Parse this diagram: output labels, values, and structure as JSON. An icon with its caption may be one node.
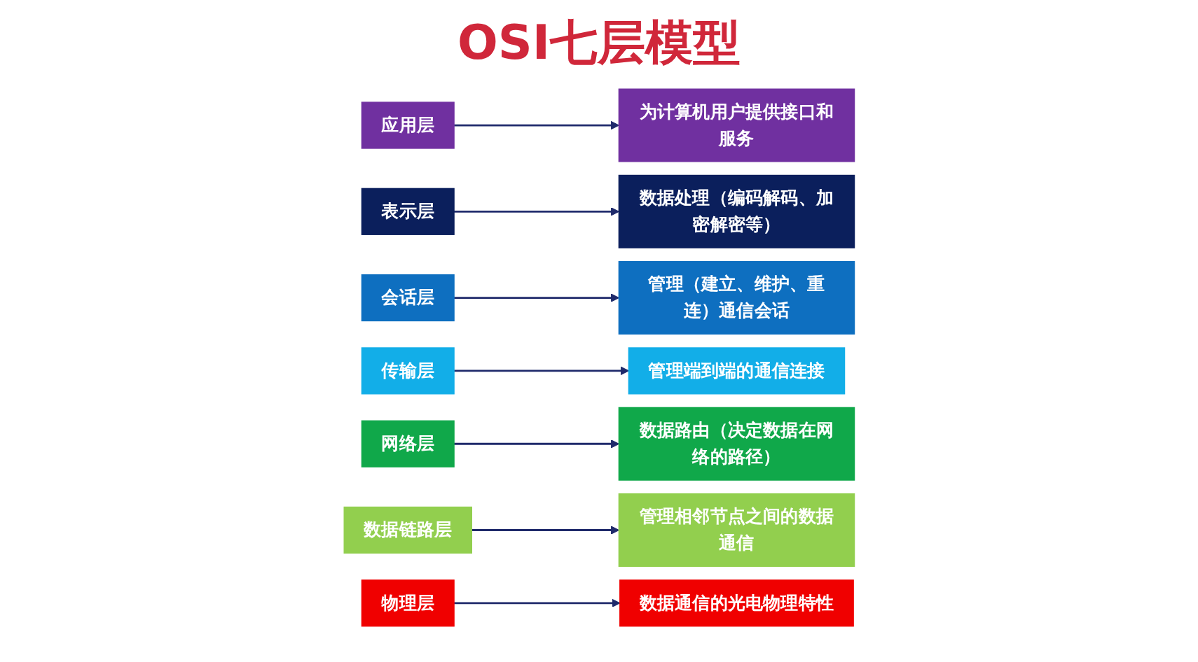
{
  "diagram": {
    "title": "OSI七层模型",
    "nodes": [
      {
        "text": [
          "应用层"
        ]
      },
      {
        "text": [
          "为计算机用户提供接口和服务"
        ]
      },
      {
        "text": [
          "表示层"
        ]
      },
      {
        "text": [
          "数据处理（编码解码、加密解密等）"
        ]
      },
      {
        "text": [
          "会话层"
        ]
      },
      {
        "text": [
          "管理（建立、维护、重连）通信会话"
        ]
      },
      {
        "text": [
          "传输层"
        ]
      },
      {
        "text": [
          "管理端到端的通信连接"
        ]
      },
      {
        "text": [
          "网络层"
        ]
      },
      {
        "text": [
          "数据路由（决定数据在网络的路径）"
        ]
      },
      {
        "text": [
          "数据链路层"
        ]
      },
      {
        "text": [
          "管理相邻节点之间的数据通信"
        ]
      },
      {
        "text": [
          "物理层"
        ]
      },
      {
        "text": [
          "数据通信的光电物理特性"
        ]
      }
    ],
    "edges": [
      {
        "from": 0,
        "to": 1,
        "arrow": "to"
      },
      {
        "from": 2,
        "to": 3,
        "arrow": "to"
      },
      {
        "from": 4,
        "to": 5,
        "arrow": "to"
      },
      {
        "from": 6,
        "to": 7,
        "arrow": "to"
      },
      {
        "from": 8,
        "to": 9,
        "arrow": "to"
      },
      {
        "from": 10,
        "to": 11,
        "arrow": "to"
      },
      {
        "from": 12,
        "to": 13,
        "arrow": "to"
      }
    ]
  }
}
